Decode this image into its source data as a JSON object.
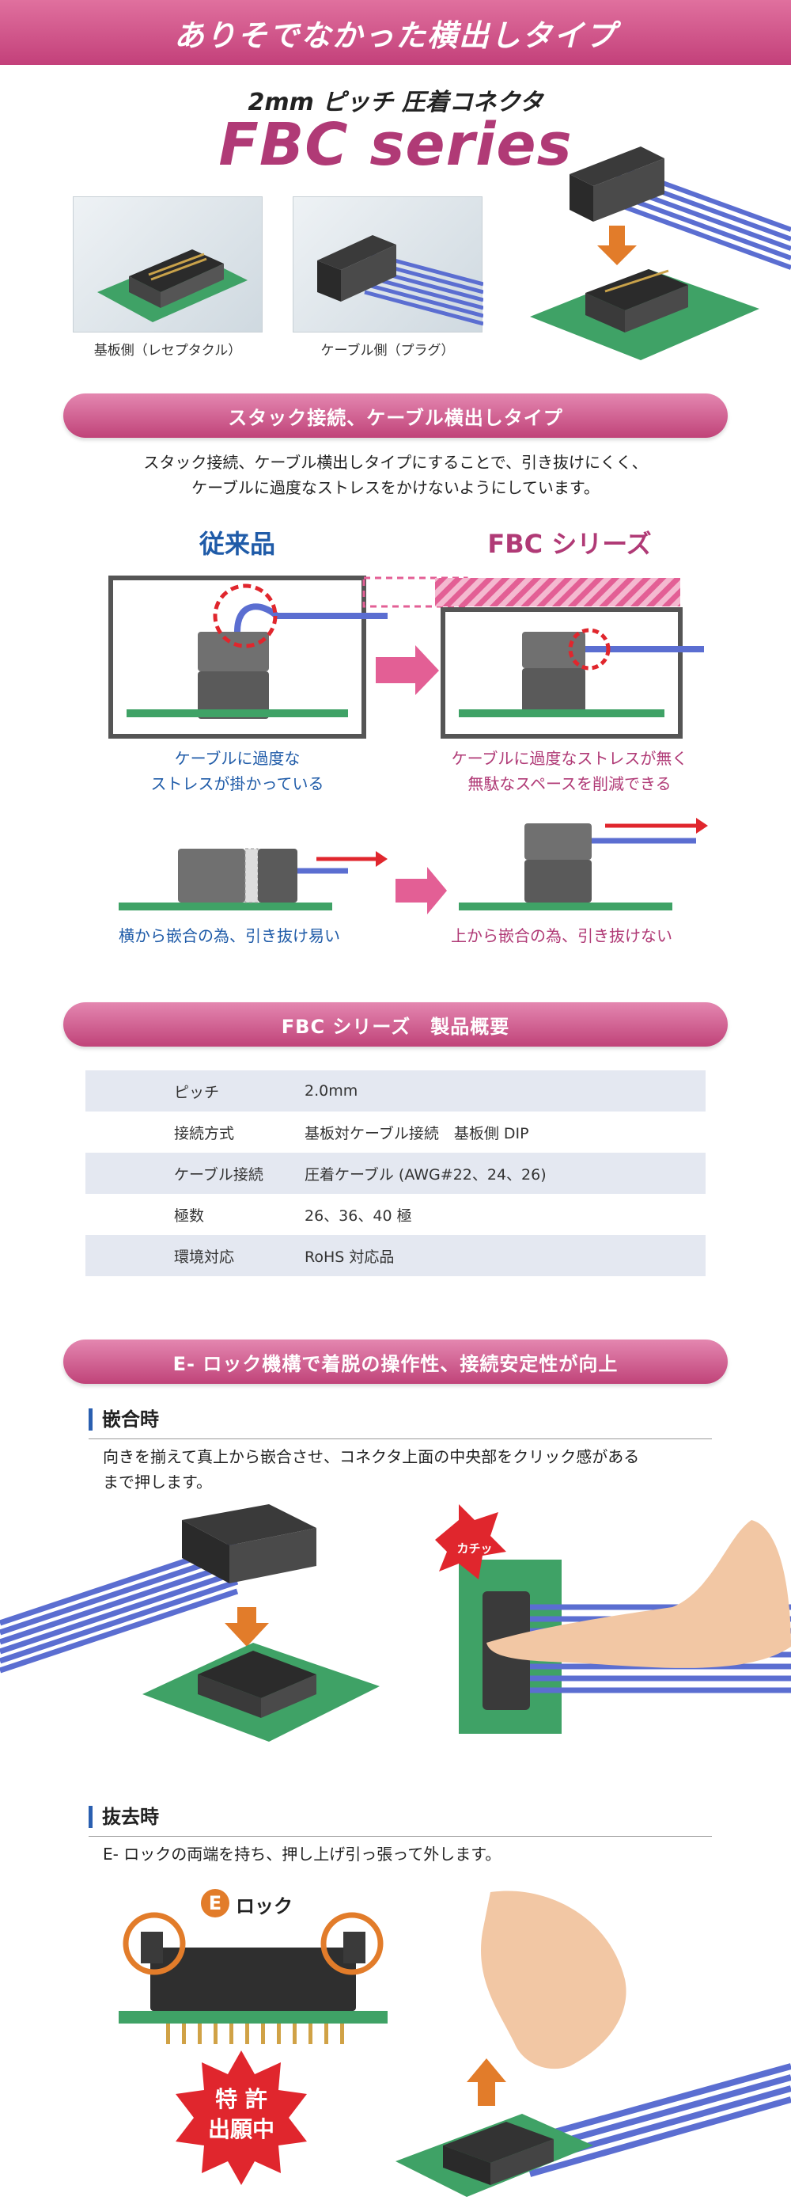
{
  "header": {
    "banner": "ありそでなかった横出しタイプ"
  },
  "product": {
    "subtitle": "2mm ピッチ 圧着コネクタ",
    "series": "FBC series"
  },
  "thumbs": {
    "board_side": "基板側（レセプタクル）",
    "cable_side": "ケーブル側（プラグ）"
  },
  "section_stack": {
    "title": "スタック接続、ケーブル横出しタイプ",
    "desc_line1": "スタック接続、ケーブル横出しタイプにすることで、引き抜けにくく、",
    "desc_line2": "ケーブルに過度なストレスをかけないようにしています。",
    "conventional": "従来品",
    "fbc": "FBC シリーズ",
    "conv_note_1": "ケーブルに過度な",
    "conv_note_2": "ストレスが掛かっている",
    "fbc_note_1": "ケーブルに過度なストレスが無く",
    "fbc_note_2": "無駄なスペースを削減できる",
    "conv_mate": "横から嵌合の為、引き抜け易い",
    "fbc_mate": "上から嵌合の為、引き抜けない"
  },
  "section_spec": {
    "title": "FBC シリーズ　製品概要",
    "rows": [
      {
        "key": "ピッチ",
        "value": "2.0mm"
      },
      {
        "key": "接続方式",
        "value": "基板対ケーブル接続　基板側 DIP"
      },
      {
        "key": "ケーブル接続",
        "value": "圧着ケーブル (AWG#22、24、26)"
      },
      {
        "key": "極数",
        "value": "26、36、40 極"
      },
      {
        "key": "環境対応",
        "value": "RoHS 対応品"
      }
    ]
  },
  "section_lock": {
    "title": "E- ロック機構で着脱の操作性、接続安定性が向上",
    "mating_head": "嵌合時",
    "mating_desc_1": "向きを揃えて真上から嵌合させ、コネクタ上面の中央部をクリック感がある",
    "mating_desc_2": "まで押します。",
    "click_badge": "カチッ",
    "removal_head": "抜去時",
    "removal_desc": "E- ロックの両端を持ち、押し上げ引っ張って外します。",
    "elock_letter": "E",
    "elock_label": "ロック",
    "patent_1": "特 許",
    "patent_2": "出願中"
  },
  "colors": {
    "accent_pink": "#c3407a",
    "accent_blue": "#1f5ba8",
    "pcb_green": "#3fa266",
    "cable_blue": "#5b6ed1"
  }
}
